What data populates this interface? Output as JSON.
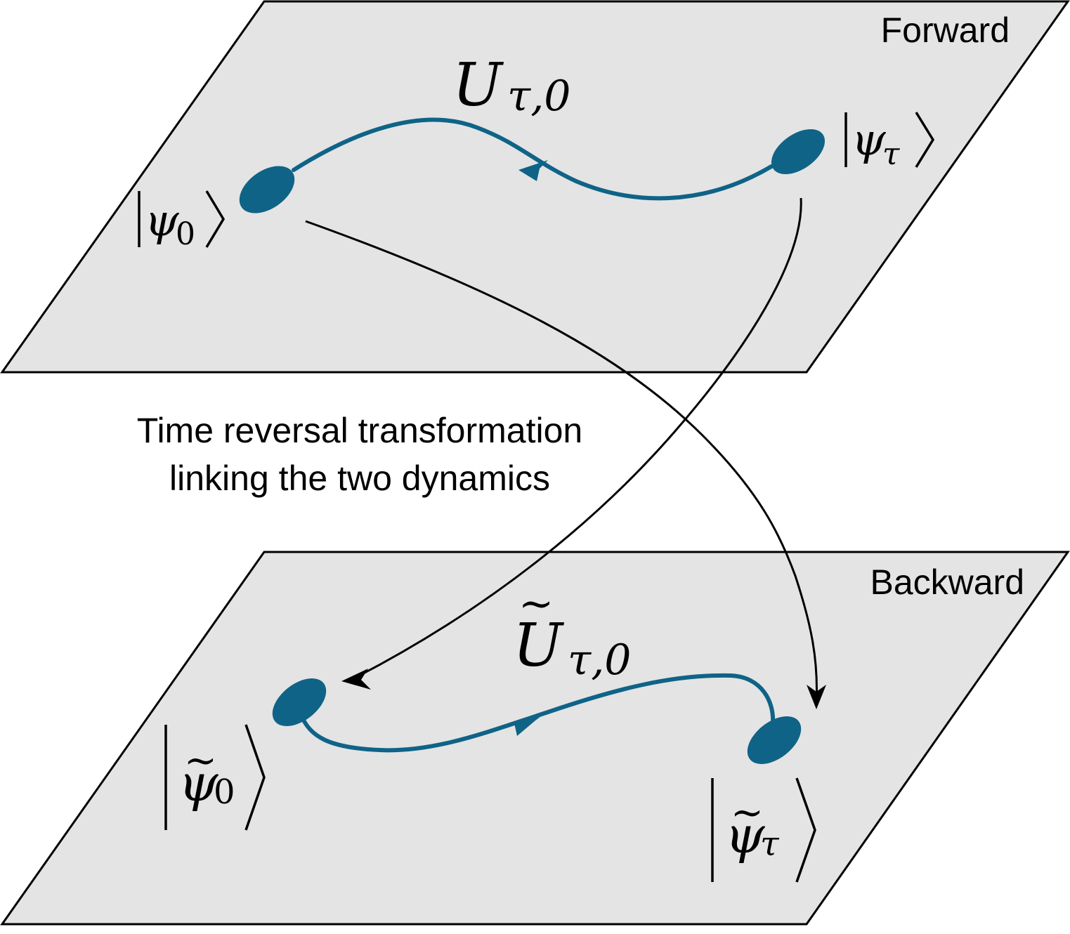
{
  "colors": {
    "plane_fill": "#e4e4e4",
    "plane_stroke": "#000000",
    "state_color": "#0f6387",
    "link_color": "#000000"
  },
  "planes": {
    "forward": {
      "title": "Forward",
      "operator": {
        "main": "U",
        "sub": "τ,0",
        "tilde": ""
      },
      "initial_state": {
        "symbol": "ψ",
        "sub": "0",
        "tilde": ""
      },
      "final_state": {
        "symbol": "ψ",
        "sub": "τ",
        "tilde": ""
      }
    },
    "backward": {
      "title": "Backward",
      "operator": {
        "main": "U",
        "sub": "τ,0",
        "tilde": "~"
      },
      "initial_state": {
        "symbol": "ψ",
        "sub": "0",
        "tilde": "~"
      },
      "final_state": {
        "symbol": "ψ",
        "sub": "τ",
        "tilde": "~"
      }
    }
  },
  "annotation": {
    "line1": "Time reversal transformation",
    "line2": "linking the two dynamics"
  }
}
